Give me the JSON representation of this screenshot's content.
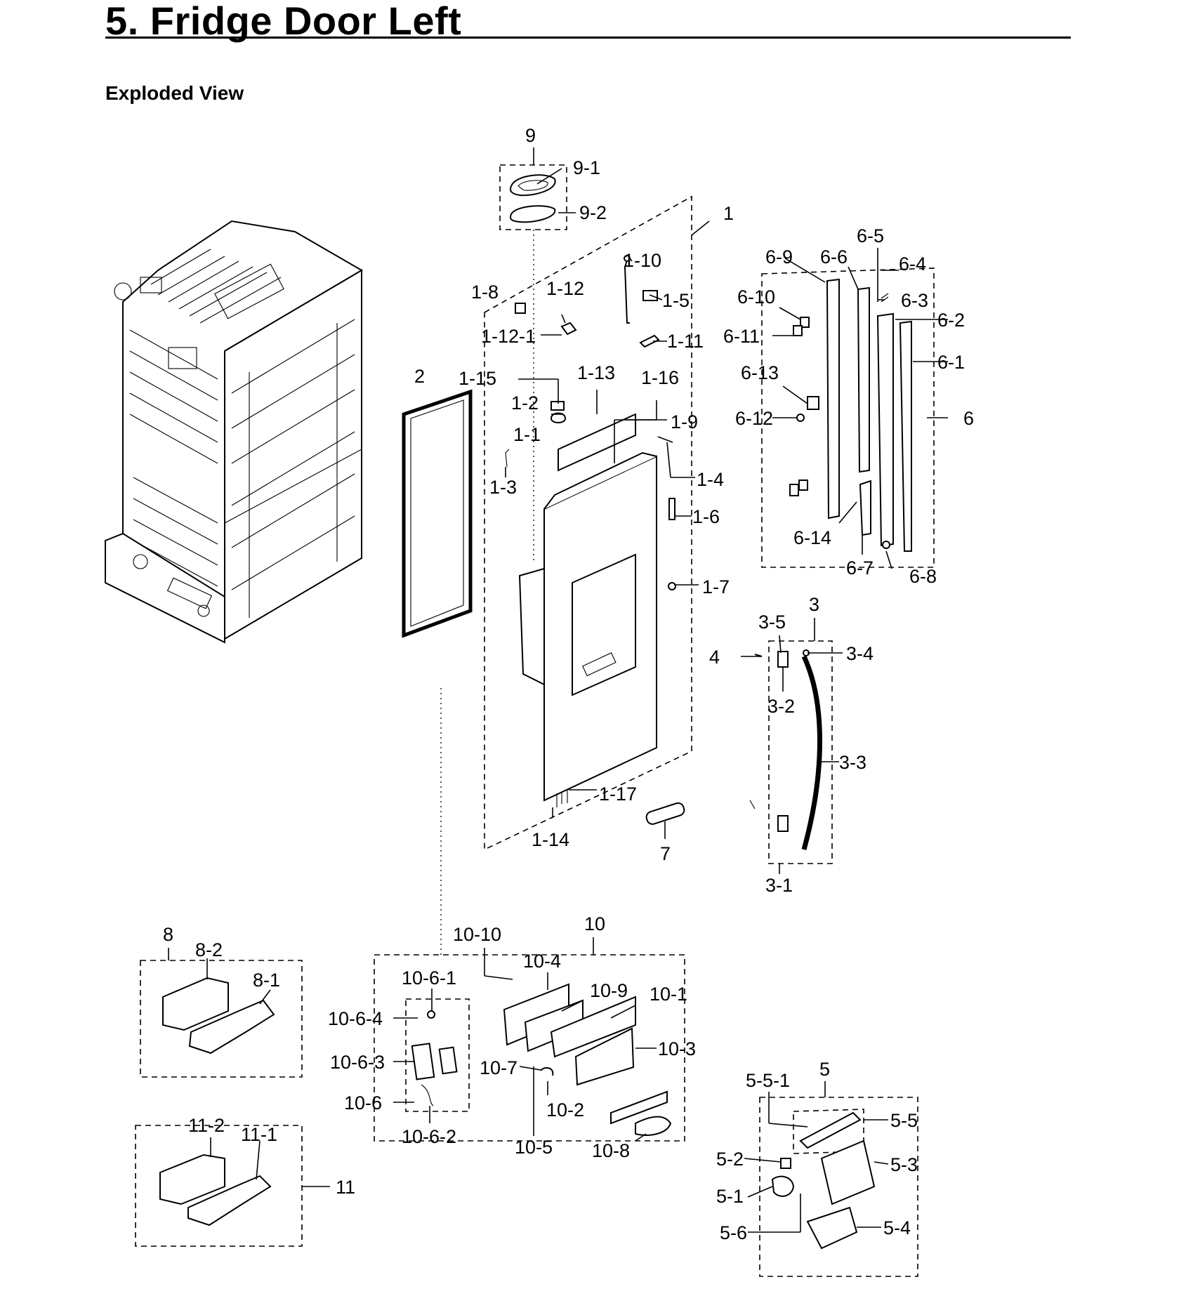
{
  "header": {
    "title": "5.  Fridge Door Left",
    "subtitle": "Exploded View"
  },
  "callouts": [
    "9",
    "9-1",
    "9-2",
    "1",
    "1-10",
    "1-8",
    "1-12",
    "1-5",
    "1-12-1",
    "1-11",
    "2",
    "1-15",
    "1-13",
    "1-16",
    "1-2",
    "1-9",
    "1-1",
    "1-3",
    "1-4",
    "1-6",
    "1-7",
    "1-17",
    "1-14",
    "7",
    "6-5",
    "6-9",
    "6-6",
    "6-4",
    "6-10",
    "6-3",
    "6-2",
    "6-11",
    "6-1",
    "6-13",
    "6",
    "6-12",
    "6-14",
    "6-7",
    "6-8",
    "3",
    "3-5",
    "4",
    "3-4",
    "3-2",
    "3-3",
    "3-1",
    "8",
    "8-2",
    "8-1",
    "10",
    "10-10",
    "10-4",
    "10-6-1",
    "10-9",
    "10-1",
    "10-6-4",
    "10-3",
    "10-6-3",
    "10-7",
    "10-6",
    "10-2",
    "10-6-2",
    "10-5",
    "10-8",
    "5",
    "5-5-1",
    "5-5",
    "5-2",
    "5-3",
    "5-1",
    "5-4",
    "5-6",
    "11-2",
    "11-1",
    "11"
  ]
}
